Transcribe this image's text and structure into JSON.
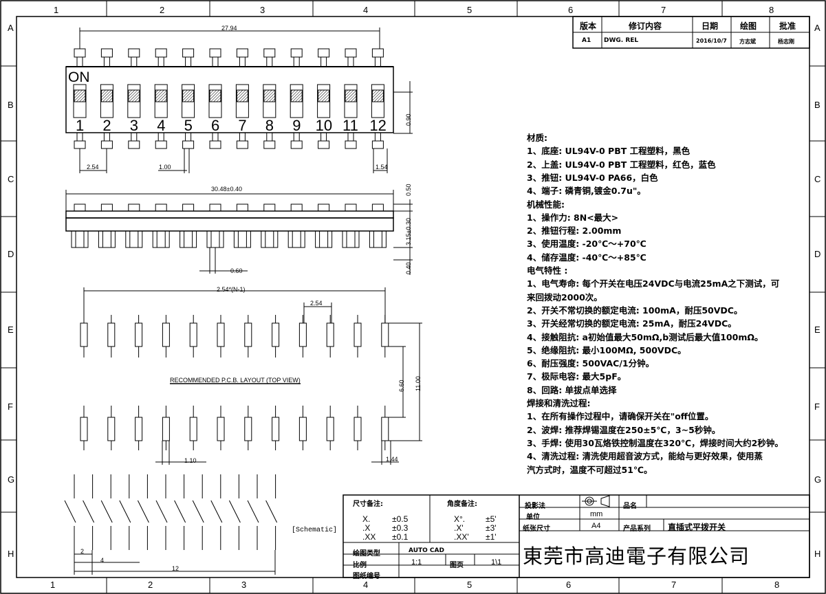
{
  "frame": {
    "top_columns": [
      "1",
      "2",
      "3",
      "4",
      "5",
      "6",
      "7",
      "8"
    ],
    "bottom_columns": [
      "1",
      "2",
      "3",
      "4",
      "5",
      "6",
      "7",
      "8"
    ],
    "left_rows": [
      "A",
      "B",
      "C",
      "D",
      "E",
      "F",
      "G",
      "H"
    ],
    "right_rows": [
      "A",
      "B",
      "C",
      "D",
      "E",
      "F",
      "G",
      "H"
    ]
  },
  "revision_block": {
    "headers": [
      "版本",
      "修订内容",
      "日期",
      "绘图",
      "批准"
    ],
    "row": [
      "A1",
      "DWG. REL",
      "2016/10/7",
      "方志斌",
      "杨志刚"
    ]
  },
  "top_view": {
    "on_label": "ON",
    "switch_numbers": [
      "1",
      "2",
      "3",
      "4",
      "5",
      "6",
      "7",
      "8",
      "9",
      "10",
      "11",
      "12"
    ],
    "dim_overall": "27.94",
    "dim_pitch": "2.54",
    "dim_pin": "1.00",
    "dim_end": "1.54",
    "dim_height": "0.90"
  },
  "side_view": {
    "dim_length": "30.48±0.40",
    "dim_top": "0.50",
    "dim_body": "3.15±0.30",
    "dim_bottom": "0.40",
    "dim_pin": "0.60"
  },
  "pcb_layout": {
    "title": "RECOMMENDED P.C.B. LAYOUT (TOP VIEW)",
    "dim_span": "2.54*(N-1)",
    "dim_pitch": "2.54",
    "dim_inner": "6.60",
    "dim_outer": "11.00",
    "dim_pad": "1.10",
    "dim_pad_end": "1.44"
  },
  "schematic": {
    "label": "[Schematic]",
    "dim_a": "2",
    "dim_b": "4",
    "dim_c": "12"
  },
  "specs": [
    "材质:",
    "1、底座: UL94V-0 PBT 工程塑料，黑色",
    "2、上盖: UL94V-0 PBT 工程塑料，红色，蓝色",
    "3、推钮: UL94V-0 PA66，白色",
    "4、端子: 磷青铜,镀金0.7u\"。",
    "机械性能:",
    "1、操作力: 8N<最大>",
    "2、推钮行程: 2.00mm",
    "3、使用温度: -20℃～+70℃",
    "4、储存温度: -40℃～+85℃",
    "电气特性 :",
    "1、电气寿命: 每个开关在电压24VDC与电流25mA之下测试，可",
    "    来回拨动2000次。",
    "2、开关不常切换的额定电流: 100mA，耐压50VDC。",
    "3、开关经常切换的额定电流: 25mA，耐压24VDC。",
    "4、接触阻抗: a初始值最大50mΩ,b测试后最大值100mΩ。",
    "5、绝缘阻抗: 最小100MΩ, 500VDC。",
    "6、耐压强度: 500VAC/1分钟。",
    "7、极际电容: 最大5pF。",
    "8、回路: 单拔点单选择",
    "焊接和清洗过程:",
    "1、在所有操作过程中，请确保开关在\"off位置。",
    "2、波焊: 推荐焊锡温度在250±5℃，3~5秒钟。",
    "3、手焊: 使用30瓦烙铁控制温度在320℃，焊接时间大约2秒钟。",
    "4、清洗过程: 清洗使用超音波方式，能给与更好效果，使用蒸",
    "    汽方式时，温度不可超过51℃。"
  ],
  "title_block": {
    "dim_tol_label": "尺寸备注:",
    "angle_tol_label": "角度备注:",
    "dim_tols": [
      [
        "X.",
        "±0.5"
      ],
      [
        ".X",
        "±0.3"
      ],
      [
        ".XX",
        "±0.1"
      ]
    ],
    "angle_tols": [
      [
        "X°.",
        "±5'"
      ],
      [
        ".X'",
        "±3'"
      ],
      [
        ".XX'",
        "±1'"
      ]
    ],
    "projection_label": "投影法",
    "part_name_label": "品名",
    "unit_label": "单位",
    "unit_value": "mm",
    "paper_label": "纸张尺寸",
    "paper_value": "A4",
    "series_label": "产品系列",
    "series_value": "直插式平拨开关",
    "drawing_type_label": "绘图类型",
    "drawing_type_value": "AUTO CAD",
    "scale_label": "比例",
    "scale_value": "1:1",
    "page_label": "图页",
    "page_value": "1\\1",
    "drawing_no_label": "图纸编号",
    "company": "東莞市高迪電子有限公司"
  }
}
